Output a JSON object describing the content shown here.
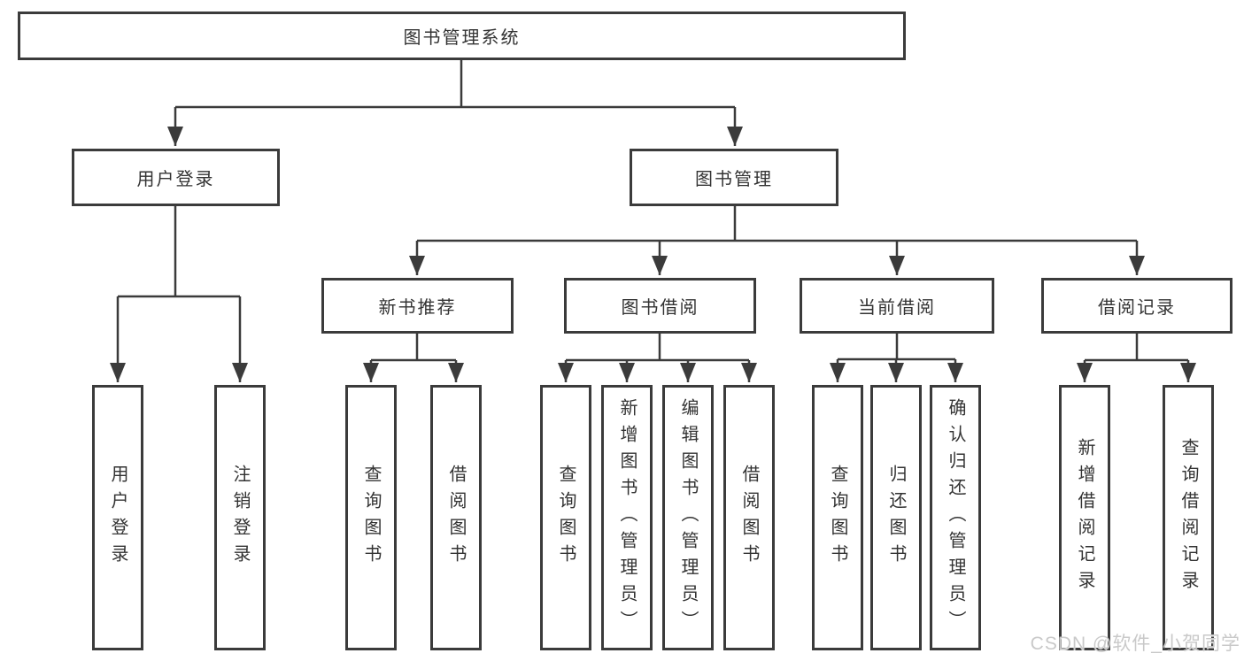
{
  "tree": {
    "root": {
      "label": "图书管理系统"
    },
    "branches": [
      {
        "label": "用户登录",
        "children": [
          {
            "label": "用户登录"
          },
          {
            "label": "注销登录"
          }
        ]
      },
      {
        "label": "图书管理",
        "children": [
          {
            "label": "新书推荐",
            "children": [
              {
                "label": "查询图书"
              },
              {
                "label": "借阅图书"
              }
            ]
          },
          {
            "label": "图书借阅",
            "children": [
              {
                "label": "查询图书"
              },
              {
                "label": "新增图书（管理员）"
              },
              {
                "label": "编辑图书（管理员）"
              },
              {
                "label": "借阅图书"
              }
            ]
          },
          {
            "label": "当前借阅",
            "children": [
              {
                "label": "查询图书"
              },
              {
                "label": "归还图书"
              },
              {
                "label": "确认归还（管理员）"
              }
            ]
          },
          {
            "label": "借阅记录",
            "children": [
              {
                "label": "新增借阅记录"
              },
              {
                "label": "查询借阅记录"
              }
            ]
          }
        ]
      }
    ]
  },
  "watermark": "CSDN @软件_小贺同学",
  "colors": {
    "line": "#3b3b3b",
    "text": "#333333",
    "background": "#ffffff",
    "watermark": "#c9c9c9"
  }
}
